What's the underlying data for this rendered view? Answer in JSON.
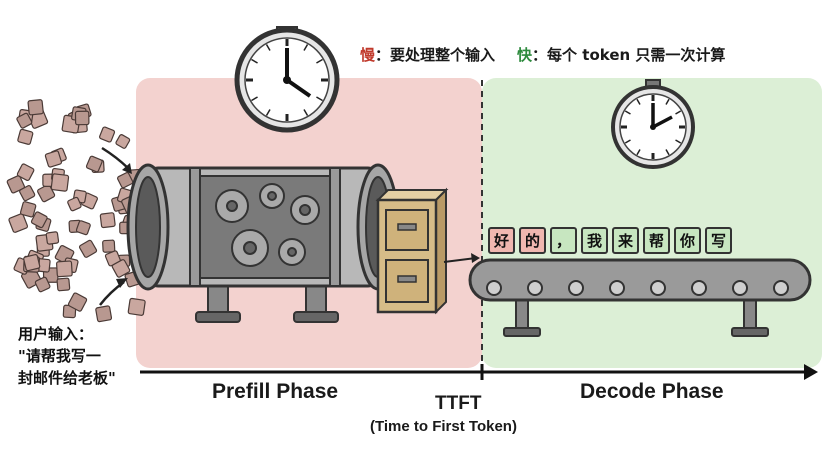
{
  "legend": {
    "slow_label": "慢",
    "slow_text": "：要处理整个输入",
    "fast_label": "快",
    "fast_text": "：每个 token 只需一次计算",
    "slow_color": "#c0392b",
    "fast_color": "#2e8b3e"
  },
  "user_input": {
    "line1": "用户输入：",
    "line2": "\"请帮我写一",
    "line3": "封邮件给老板\""
  },
  "phases": {
    "prefill": "Prefill Phase",
    "decode": "Decode Phase",
    "prefill_bg": "#f3d2cf",
    "decode_bg": "#dcefd6"
  },
  "ttft": {
    "label": "TTFT",
    "sub": "(Time to First Token)"
  },
  "output_tokens": [
    "好",
    "的",
    "，",
    "我",
    "来",
    "帮",
    "你",
    "写"
  ],
  "icons": [
    "large-clock-icon",
    "small-clock-icon",
    "processing-machine-icon",
    "filing-cabinet-icon",
    "conveyor-belt-icon"
  ]
}
